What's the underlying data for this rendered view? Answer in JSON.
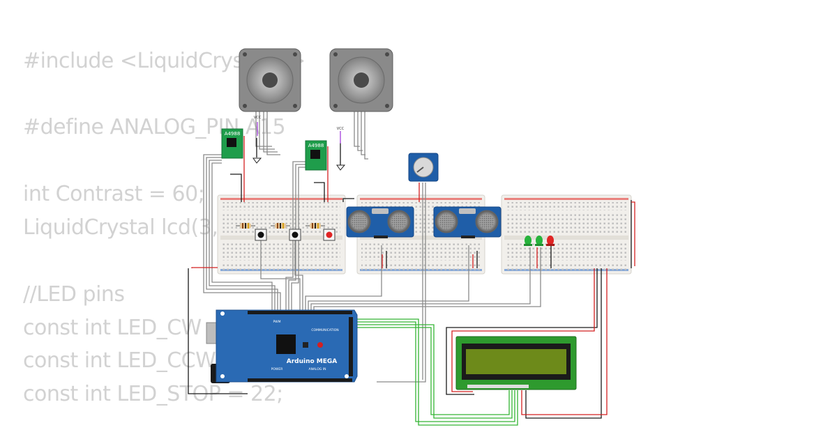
{
  "background_code": [
    "#include <LiquidCrystal.h>",
    "",
    "#define ANALOG_PIN A15",
    "",
    "int Contrast = 60;",
    "LiquidCrystal lcd(3, 2, 4, 5, 6, 7);",
    "",
    "//LED pins",
    "const int LED_CW = 24;",
    "const int LED_CCW = 23;",
    "const int LED_STOP = 22;"
  ],
  "components": {
    "driver_label": "A4988",
    "vcc_label": "VCC",
    "arduino_label": "Arduino MEGA",
    "arduino_pwm_label": "PWM",
    "arduino_comm_label": "COMMUNICATION",
    "arduino_analog_label": "ANALOG IN",
    "arduino_power_label": "POWER"
  },
  "colors": {
    "wire_black": "#1a1a1a",
    "wire_red": "#d42020",
    "wire_gray": "#8a8a8a",
    "wire_green": "#34b534",
    "wire_purple": "#9b30d9",
    "arduino_blue": "#2a6ab4",
    "driver_green": "#1f9d4b",
    "lcd_green": "#2e9a2e",
    "lcd_screen": "#6d8a1a",
    "sonar_blue": "#1f5ea8",
    "led_green": "#27b33c",
    "led_red": "#e02424"
  }
}
